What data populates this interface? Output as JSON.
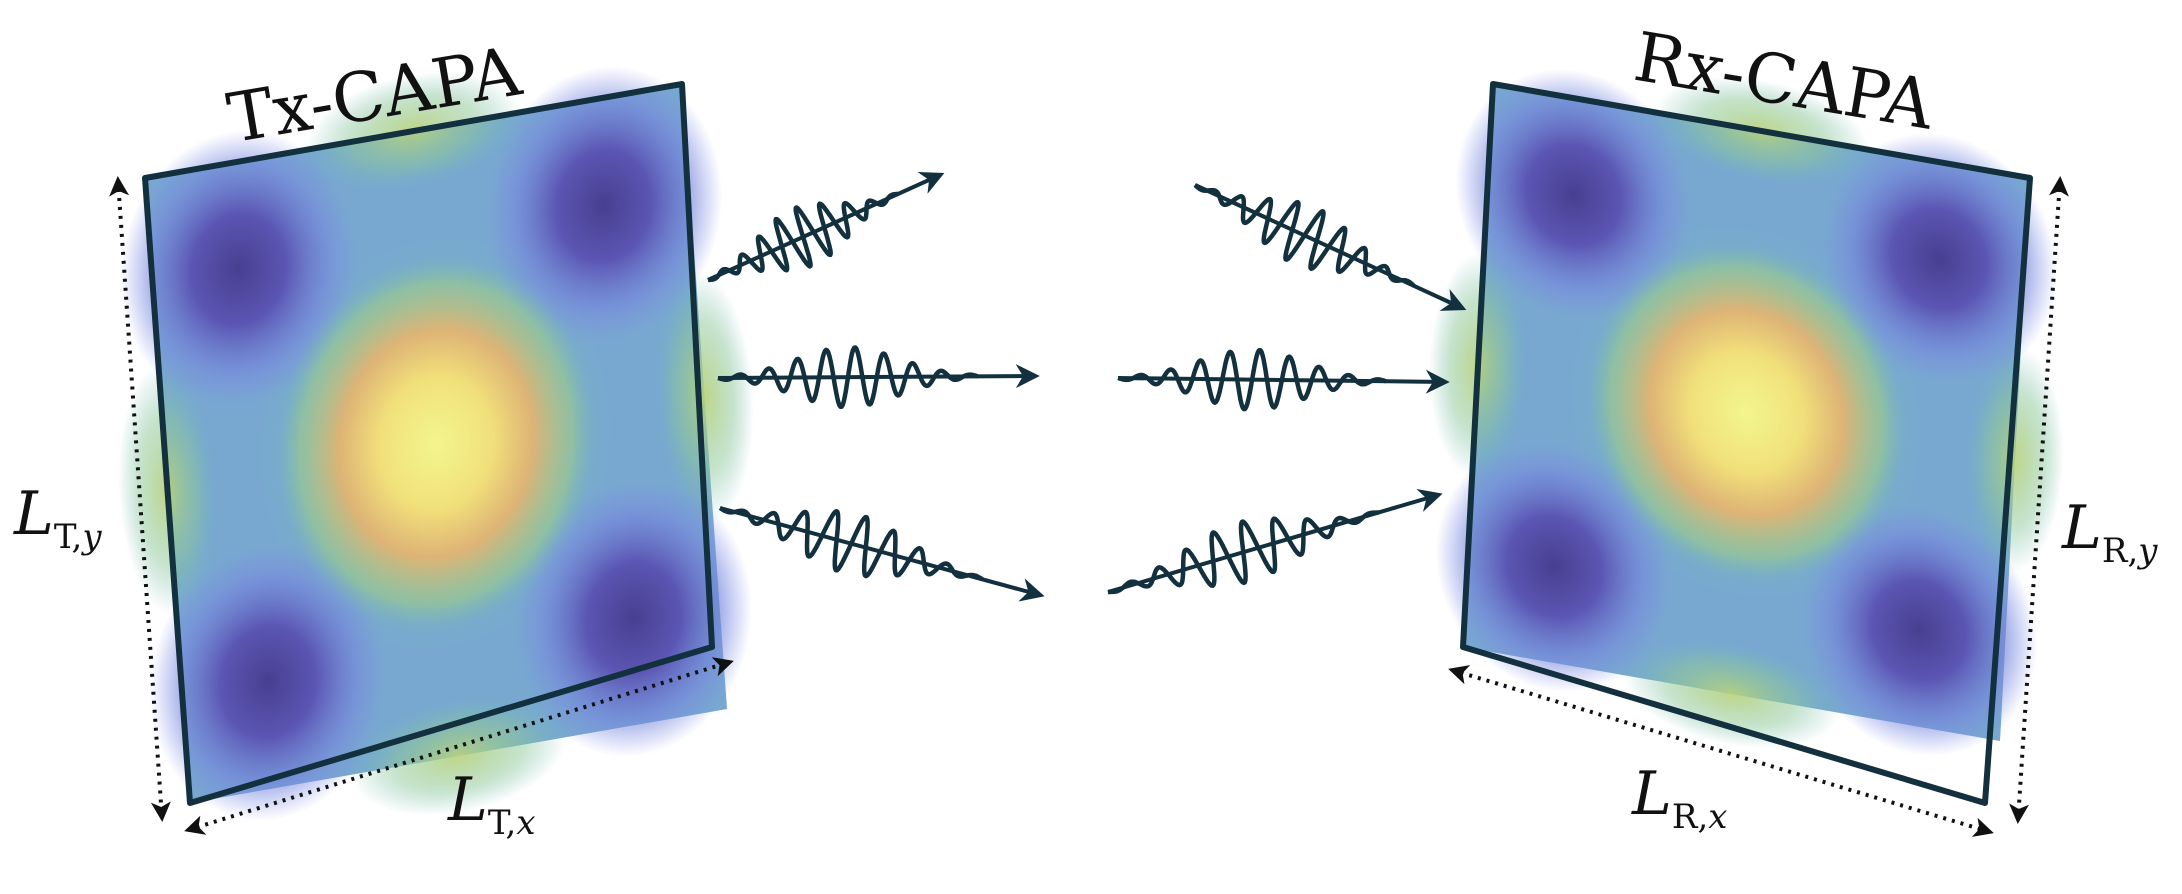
{
  "tx_array": {
    "title": "Tx-CAPA",
    "dim_x": {
      "symbol": "L",
      "subscript": "T,",
      "subscript_var": "x"
    },
    "dim_y": {
      "symbol": "L",
      "subscript": "T,",
      "subscript_var": "y"
    }
  },
  "rx_array": {
    "title": "Rx-CAPA",
    "dim_x": {
      "symbol": "L",
      "subscript": "R,",
      "subscript_var": "x"
    },
    "dim_y": {
      "symbol": "L",
      "subscript": "R,",
      "subscript_var": "y"
    }
  },
  "colors": {
    "outline": "#12303d",
    "wave": "#12303d",
    "field_peak": "#f2f58c",
    "field_warm": "#e8b86e",
    "field_mid": "#71b8b8",
    "field_low": "#7e8ee6",
    "field_trough": "#4b4393"
  },
  "wave_count": 6
}
